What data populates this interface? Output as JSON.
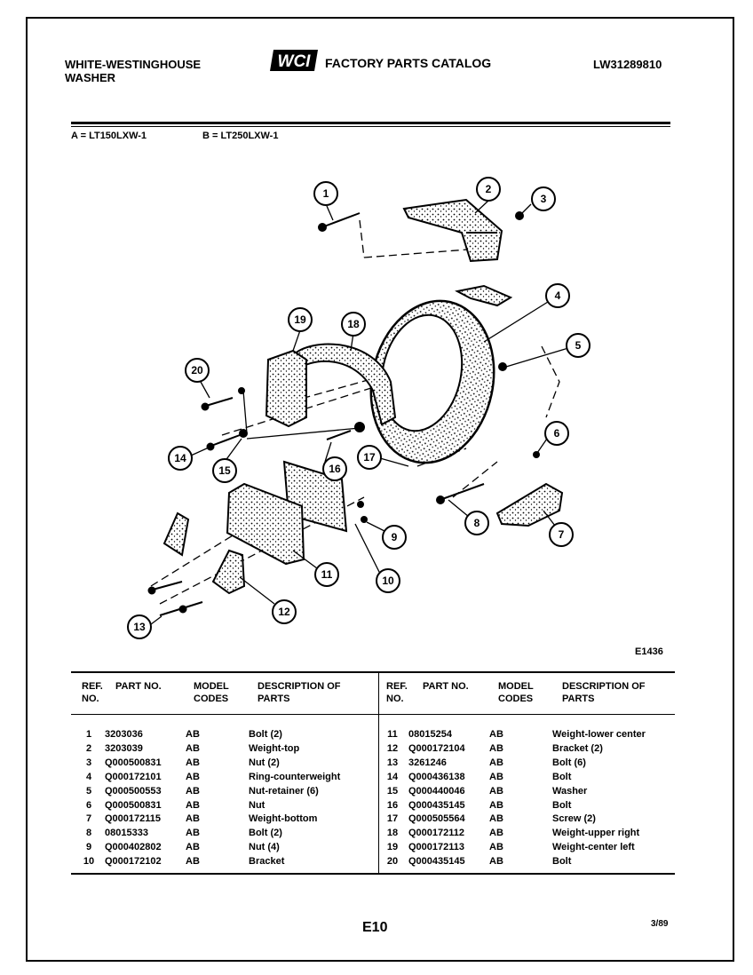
{
  "header": {
    "brand_line1": "WHITE-WESTINGHOUSE",
    "brand_line2": "WASHER",
    "logo_text": "WCI",
    "catalog_title": "FACTORY PARTS CATALOG",
    "doc_number": "LW31289810"
  },
  "models": {
    "a": "A = LT150LXW-1",
    "b": "B = LT250LXW-1"
  },
  "diagram": {
    "figure_ref": "E1436",
    "callouts": [
      "1",
      "2",
      "3",
      "4",
      "5",
      "6",
      "7",
      "8",
      "9",
      "10",
      "11",
      "12",
      "13",
      "14",
      "15",
      "16",
      "17",
      "18",
      "19",
      "20"
    ]
  },
  "table": {
    "headers": {
      "ref": "REF. NO.",
      "part": "PART NO.",
      "codes": "MODEL CODES",
      "desc": "DESCRIPTION OF PARTS"
    },
    "left_rows": [
      {
        "ref": "1",
        "part": "3203036",
        "codes": "AB",
        "desc": "Bolt (2)"
      },
      {
        "ref": "2",
        "part": "3203039",
        "codes": "AB",
        "desc": "Weight-top"
      },
      {
        "ref": "3",
        "part": "Q000500831",
        "codes": "AB",
        "desc": "Nut (2)"
      },
      {
        "ref": "4",
        "part": "Q000172101",
        "codes": "AB",
        "desc": "Ring-counterweight"
      },
      {
        "ref": "5",
        "part": "Q000500553",
        "codes": "AB",
        "desc": "Nut-retainer (6)"
      },
      {
        "ref": "6",
        "part": "Q000500831",
        "codes": "AB",
        "desc": "Nut"
      },
      {
        "ref": "7",
        "part": "Q000172115",
        "codes": "AB",
        "desc": "Weight-bottom"
      },
      {
        "ref": "8",
        "part": "08015333",
        "codes": "AB",
        "desc": "Bolt (2)"
      },
      {
        "ref": "9",
        "part": "Q000402802",
        "codes": "AB",
        "desc": "Nut (4)"
      },
      {
        "ref": "10",
        "part": "Q000172102",
        "codes": "AB",
        "desc": "Bracket"
      }
    ],
    "right_rows": [
      {
        "ref": "11",
        "part": "08015254",
        "codes": "AB",
        "desc": "Weight-lower center"
      },
      {
        "ref": "12",
        "part": "Q000172104",
        "codes": "AB",
        "desc": "Bracket (2)"
      },
      {
        "ref": "13",
        "part": "3261246",
        "codes": "AB",
        "desc": "Bolt (6)"
      },
      {
        "ref": "14",
        "part": "Q000436138",
        "codes": "AB",
        "desc": "Bolt"
      },
      {
        "ref": "15",
        "part": "Q000440046",
        "codes": "AB",
        "desc": "Washer"
      },
      {
        "ref": "16",
        "part": "Q000435145",
        "codes": "AB",
        "desc": "Bolt"
      },
      {
        "ref": "17",
        "part": "Q000505564",
        "codes": "AB",
        "desc": "Screw (2)"
      },
      {
        "ref": "18",
        "part": "Q000172112",
        "codes": "AB",
        "desc": "Weight-upper right"
      },
      {
        "ref": "19",
        "part": "Q000172113",
        "codes": "AB",
        "desc": "Weight-center left"
      },
      {
        "ref": "20",
        "part": "Q000435145",
        "codes": "AB",
        "desc": "Bolt"
      }
    ]
  },
  "footer": {
    "page": "E10",
    "date": "3/89"
  }
}
